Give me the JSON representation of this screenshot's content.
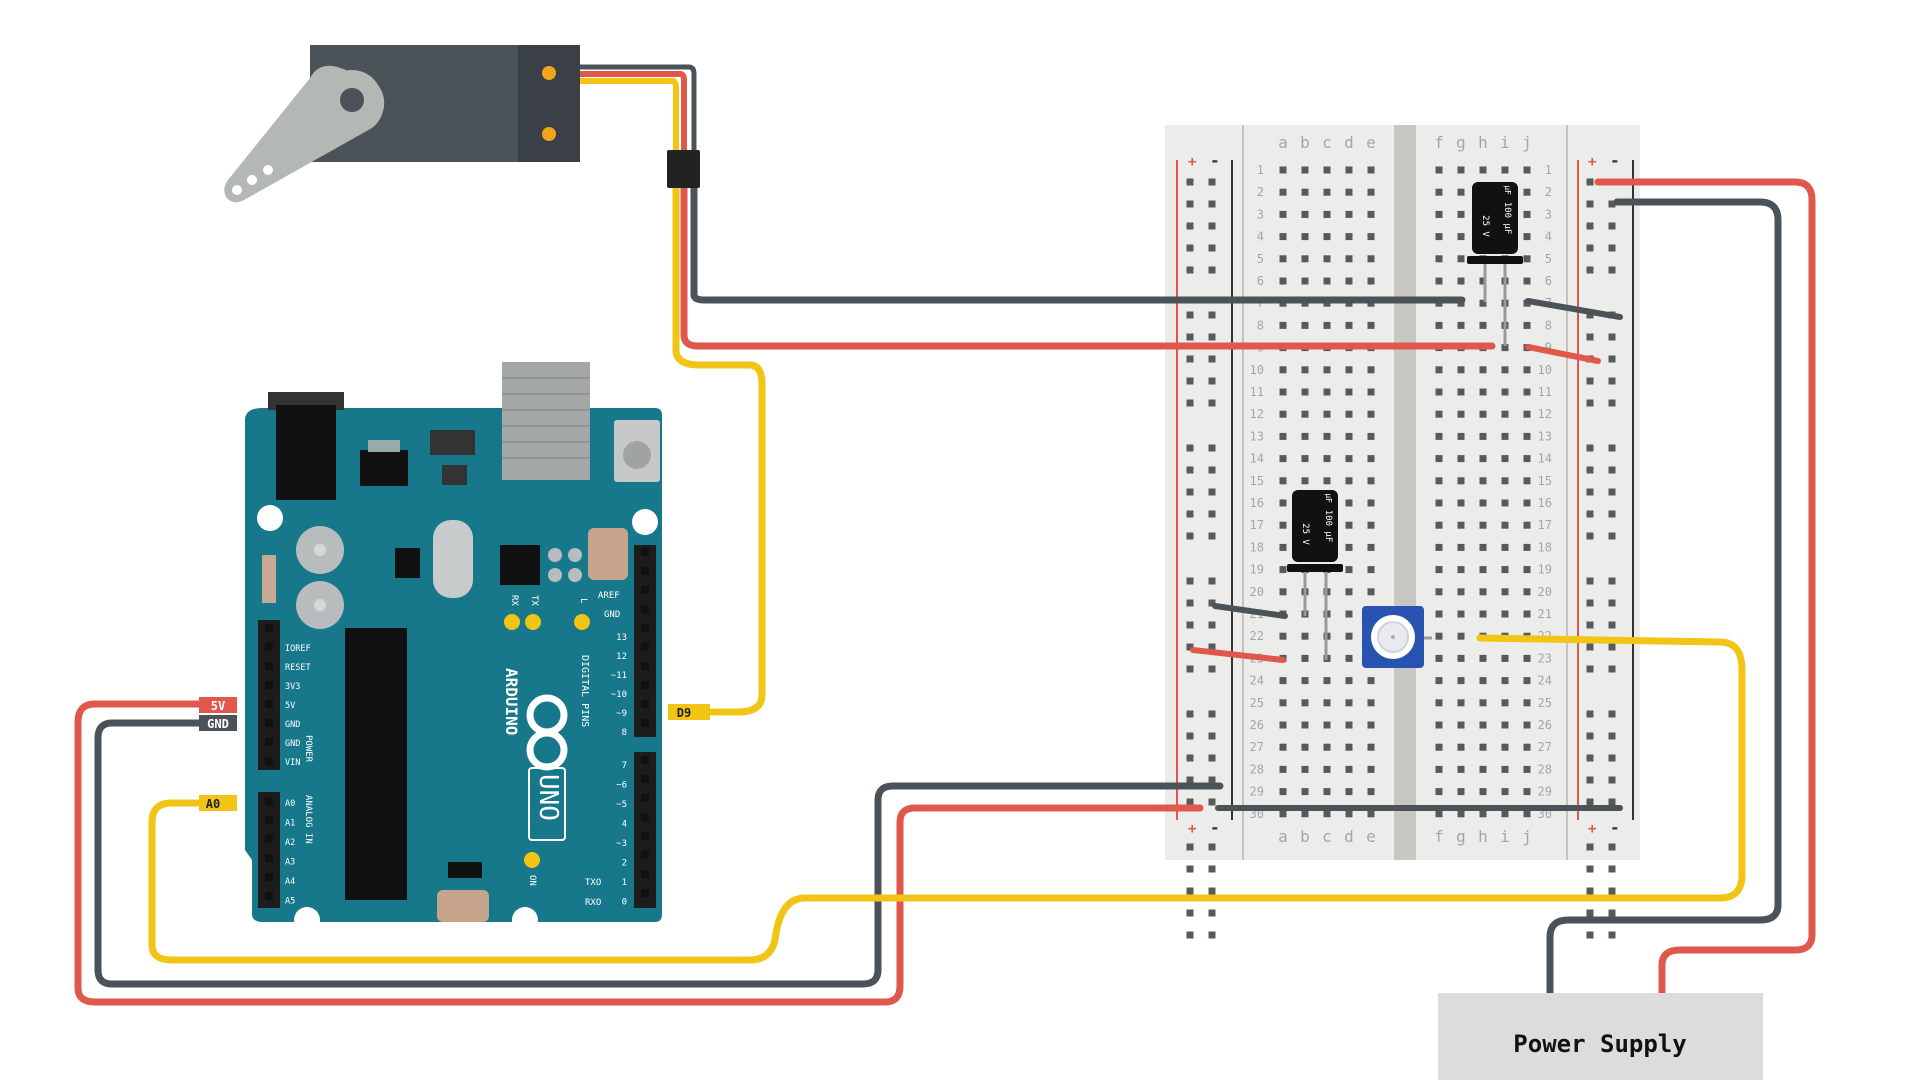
{
  "labels": {
    "pin_5v": "5V",
    "pin_gnd": "GND",
    "pin_a0": "A0",
    "pin_d9": "D9",
    "power_supply": "Power Supply"
  },
  "arduino": {
    "brand": "ARDUINO",
    "model": "UNO",
    "digital_pins": "DIGITAL PINS",
    "power": "POWER",
    "analog_in": "ANALOG IN",
    "aref": "AREF",
    "gnd": "GND",
    "rx": "RX",
    "tx": "TX",
    "l": "L",
    "on": "ON",
    "txo": "TXO",
    "rxo": "RXO",
    "left_header": [
      "IOREF",
      "RESET",
      "3V3",
      "5V",
      "GND",
      "GND",
      "VIN"
    ],
    "analog_header": [
      "A0",
      "A1",
      "A2",
      "A3",
      "A4",
      "A5"
    ],
    "digital_numbers": [
      "13",
      "12",
      "~11",
      "~10",
      "~9",
      "8",
      "7",
      "~6",
      "~5",
      "4",
      "~3",
      "2",
      "1",
      "0"
    ]
  },
  "breadboard": {
    "cols_left": [
      "a",
      "b",
      "c",
      "d",
      "e"
    ],
    "cols_right": [
      "f",
      "g",
      "h",
      "i",
      "j"
    ],
    "rows": 30,
    "plus": "+",
    "minus": "-"
  },
  "capacitor": {
    "value": "100 μF",
    "voltage": "25 V",
    "unit": "μF"
  },
  "colors": {
    "wire_red": "#e0584c",
    "wire_black": "#4b5358",
    "wire_yellow": "#f2c416",
    "arduino_teal": "#16788a",
    "label_red": "#e0584c",
    "label_gray": "#4b5358",
    "label_yellow": "#f2c416"
  }
}
